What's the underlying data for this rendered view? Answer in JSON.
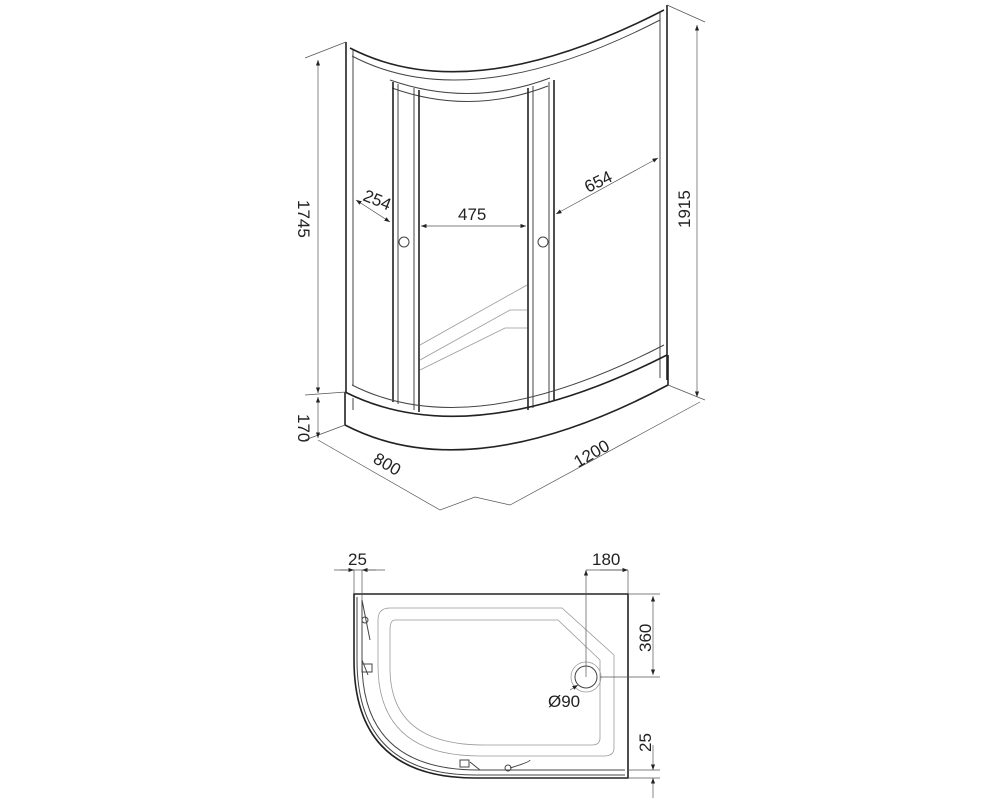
{
  "title": "Shower enclosure dimensions",
  "iso_view": {
    "height_cabin": "1745",
    "height_tray": "170",
    "height_total": "1915",
    "depth": "800",
    "width": "1200",
    "door_left_panel": "254",
    "door_opening": "475",
    "door_right_panel": "654"
  },
  "top_view": {
    "wall_offset_left": "25",
    "drain_offset_x": "180",
    "drain_offset_y": "360",
    "drain_diameter": "Ø90",
    "wall_offset_bottom": "25"
  }
}
